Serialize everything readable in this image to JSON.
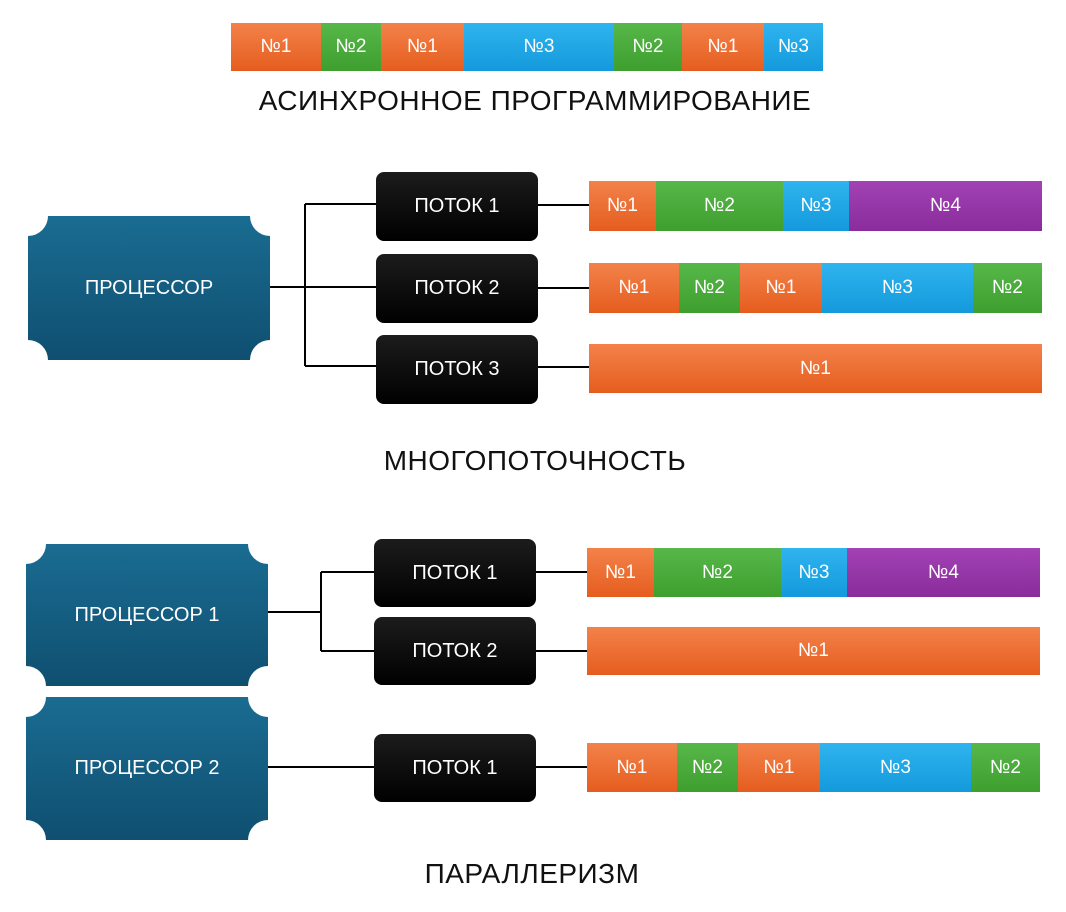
{
  "colors": {
    "orange": "#e96a2e",
    "green": "#48a83a",
    "blue": "#1ea6e6",
    "purple": "#962fa8",
    "processor": "#175f84",
    "thread": "#000000"
  },
  "async": {
    "title": "АСИНХРОННОЕ ПРОГРАММИРОВАНИЕ",
    "tasks": [
      {
        "label": "№1",
        "color": "orange"
      },
      {
        "label": "№2",
        "color": "green"
      },
      {
        "label": "№1",
        "color": "orange"
      },
      {
        "label": "№3",
        "color": "blue"
      },
      {
        "label": "№2",
        "color": "green"
      },
      {
        "label": "№1",
        "color": "orange"
      },
      {
        "label": "№3",
        "color": "blue"
      }
    ]
  },
  "multithreading": {
    "title": "МНОГОПОТОЧНОСТЬ",
    "processor": "ПРОЦЕССОР",
    "threads": [
      {
        "label": "ПОТОК 1",
        "tasks": [
          {
            "label": "№1",
            "color": "orange"
          },
          {
            "label": "№2",
            "color": "green"
          },
          {
            "label": "№3",
            "color": "blue"
          },
          {
            "label": "№4",
            "color": "purple"
          }
        ]
      },
      {
        "label": "ПОТОК 2",
        "tasks": [
          {
            "label": "№1",
            "color": "orange"
          },
          {
            "label": "№2",
            "color": "green"
          },
          {
            "label": "№1",
            "color": "orange"
          },
          {
            "label": "№3",
            "color": "blue"
          },
          {
            "label": "№2",
            "color": "green"
          }
        ]
      },
      {
        "label": "ПОТОК 3",
        "tasks": [
          {
            "label": "№1",
            "color": "orange"
          }
        ]
      }
    ]
  },
  "parallelism": {
    "title": "ПАРАЛЛЕРИЗМ",
    "processors": [
      {
        "label": "ПРОЦЕССОР 1",
        "threads": [
          {
            "label": "ПОТОК 1",
            "tasks": [
              {
                "label": "№1",
                "color": "orange"
              },
              {
                "label": "№2",
                "color": "green"
              },
              {
                "label": "№3",
                "color": "blue"
              },
              {
                "label": "№4",
                "color": "purple"
              }
            ]
          },
          {
            "label": "ПОТОК 2",
            "tasks": [
              {
                "label": "№1",
                "color": "orange"
              }
            ]
          }
        ]
      },
      {
        "label": "ПРОЦЕССОР 2",
        "threads": [
          {
            "label": "ПОТОК 1",
            "tasks": [
              {
                "label": "№1",
                "color": "orange"
              },
              {
                "label": "№2",
                "color": "green"
              },
              {
                "label": "№1",
                "color": "orange"
              },
              {
                "label": "№3",
                "color": "blue"
              },
              {
                "label": "№2",
                "color": "green"
              }
            ]
          }
        ]
      }
    ]
  }
}
